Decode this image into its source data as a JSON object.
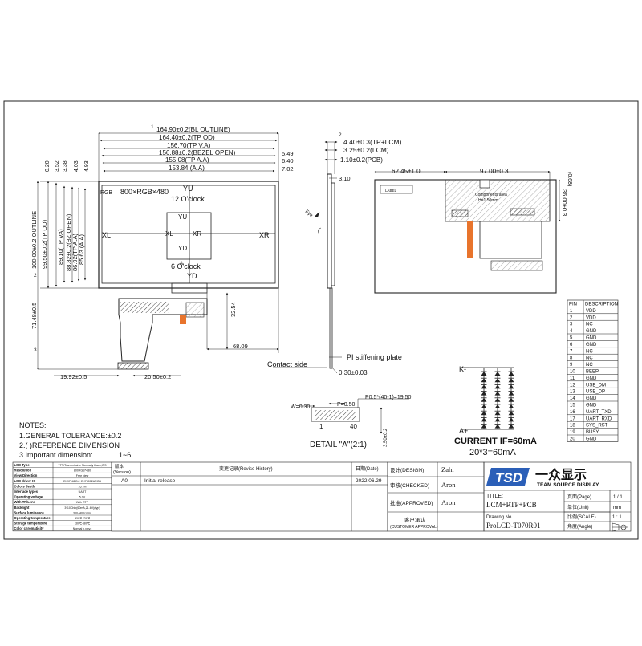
{
  "drawing": {
    "outline_dims": {
      "bl_outline": "164.90±0.2(BL OUTLINE)",
      "tp_od": "164.40±0.2(TP OD)",
      "tp_va": "156.70(TP V.A)",
      "bezel_open": "156.88±0.2(BEZEL OPEN)",
      "tp_aa": "155.08(TP A.A)",
      "aa": "153.84 (A.A)",
      "r_549": "5.49",
      "r_640": "6.40",
      "r_702": "7.02",
      "v_outline": "100.00±0.2 OUTLINE",
      "v_tp_od": "99.50±0.2(TP OD)",
      "v_tp_va": "89.10(TP VA)",
      "v_bz_open": "88.82±0.2(BZ OPEN)",
      "v_tp_aa": "86.92(TP A.A)",
      "v_aa": "85.63 (A.A)",
      "t_020": "0.20",
      "t_352": "3.52",
      "t_338": "3.38",
      "t_403": "4.03",
      "t_493": "4.93",
      "fpc_3254": "32.54",
      "fpc_6809": "68.09",
      "fpc_7148": "71.48±0.5",
      "fpc_1992": "19.92±0.5",
      "fpc_2050": "20.50±0.2",
      "circle_1": "1",
      "circle_2": "2",
      "circle_3": "3"
    },
    "lcd_labels": {
      "rgb": "RGB",
      "resolution": "800×RGB×480",
      "clock12": "12 O'clock",
      "clock6": "6 O'clock",
      "yu_top": "YU",
      "yu_inner": "YU",
      "yd_inner": "YD",
      "yd_bottom": "YD",
      "xl_left": "XL",
      "xl_inner": "XL",
      "xr_inner": "XR",
      "xr_right": "XR",
      "a_mark": "A"
    },
    "side_view": {
      "d1": "4.40±0.3(TP+LCM)",
      "d2": "3.25±0.2(LCM)",
      "d3": "1.10±0.2(PCB)",
      "d4": "3.10",
      "eye": "Eye",
      "stiffening": "PI stiffening plate",
      "contact": "Contact side",
      "thickness": "0.30±0.03"
    },
    "rear_view": {
      "w1": "62.45±1.0",
      "w2": "97.00±0.3",
      "h1": "(0.68)",
      "h2": "36.00±0.3",
      "label": "LABEL",
      "components": "Components area",
      "components2": "H=1.50mm"
    },
    "detail": {
      "w": "W=0.30",
      "p": "P=0.50",
      "pitch": "P0.5*(40-1)=19.50",
      "pin1": "1",
      "pin40": "40",
      "thick": "3.50±0.2",
      "title": "DETAIL \"A\"(2:1)"
    },
    "led": {
      "k": "K-",
      "a": "A+",
      "current": "CURRENT IF=60mA",
      "calc": "20*3=60mA"
    },
    "notes": {
      "title": "NOTES:",
      "n1": "1.GENERAL TOLERANCE:±0.2",
      "n2": "2.(  )REFERENCE DIMENSION",
      "n3": "3.Important dimension:",
      "n3_range": "1~6"
    }
  },
  "pin_table": {
    "headers": [
      "PIN",
      "DESCRIPTION"
    ],
    "rows": [
      [
        "1",
        "VDD"
      ],
      [
        "2",
        "VDD"
      ],
      [
        "3",
        "NC"
      ],
      [
        "4",
        "GND"
      ],
      [
        "5",
        "GND"
      ],
      [
        "6",
        "GND"
      ],
      [
        "7",
        "NC"
      ],
      [
        "8",
        "NC"
      ],
      [
        "9",
        "NC"
      ],
      [
        "10",
        "BEEP"
      ],
      [
        "11",
        "GND"
      ],
      [
        "12",
        "USB_DM"
      ],
      [
        "13",
        "USB_DP"
      ],
      [
        "14",
        "GND"
      ],
      [
        "15",
        "GND"
      ],
      [
        "16",
        "UART_TXD"
      ],
      [
        "17",
        "UART_RXD"
      ],
      [
        "18",
        "SYS_RST"
      ],
      [
        "19",
        "BUSY"
      ],
      [
        "20",
        "GND"
      ]
    ]
  },
  "spec_table": {
    "rows": [
      [
        "LCD Type",
        "TFT/Transmissive Normally black,IPS"
      ],
      [
        "Resolution",
        "800RGB*480"
      ],
      [
        "View Direction",
        "Free view"
      ],
      [
        "LCD driver IC",
        "EK9716BD4+EK73002ACGB"
      ],
      [
        "Colors depth",
        "16.7M"
      ],
      [
        "Interface types",
        "UART"
      ],
      [
        "Operating voltage",
        "5.0V"
      ],
      [
        "With TP/Lens",
        "With RTP"
      ],
      [
        "Backlight",
        "3*10Chip(60mA,21.6V)(typ)"
      ],
      [
        "Surface luminance",
        "300~400cd/m²"
      ],
      [
        "Operating temperature",
        "-20℃~70℃"
      ],
      [
        "Storage temperature",
        "-30℃~80℃"
      ],
      [
        "Color chromaticity",
        "Normal x,y:xyz"
      ]
    ]
  },
  "revision": {
    "version_label": "版本\n(Version)",
    "history_label": "变更记录(Revise History)",
    "date_label": "日期(Date)",
    "version": "A0",
    "history": "Initial release",
    "date": "2022.06.29"
  },
  "approval": {
    "design_label": "设计(DESIGN)",
    "design": "Zahi",
    "checked_label": "审核(CHECKED)",
    "checked": "Aron",
    "approved_label": "批准(APPROVED)",
    "approved": "Aron",
    "customer_label": "客户承认",
    "customer_label2": "(CUSTOMER APPROVAL)"
  },
  "title_block": {
    "logo_letters": "TSD",
    "brand_cn": "一众显示",
    "brand_en": "TEAM SOURCE DISPLAY",
    "title_label": "TITLE:",
    "title": "LCM+RTP+PCB",
    "drawing_label": "Drawing No.",
    "drawing_no": "ProLCD-T070R01",
    "page_label": "页面(Page)",
    "page": "1 / 1",
    "unit_label": "单位(Unit)",
    "unit": "mm",
    "scale_label": "比例(SCALE)",
    "scale": "1 : 1",
    "angle_label": "角度(Angle)"
  },
  "colors": {
    "line": "#222222",
    "orange": "#e8742c",
    "hatch": "#444444"
  }
}
